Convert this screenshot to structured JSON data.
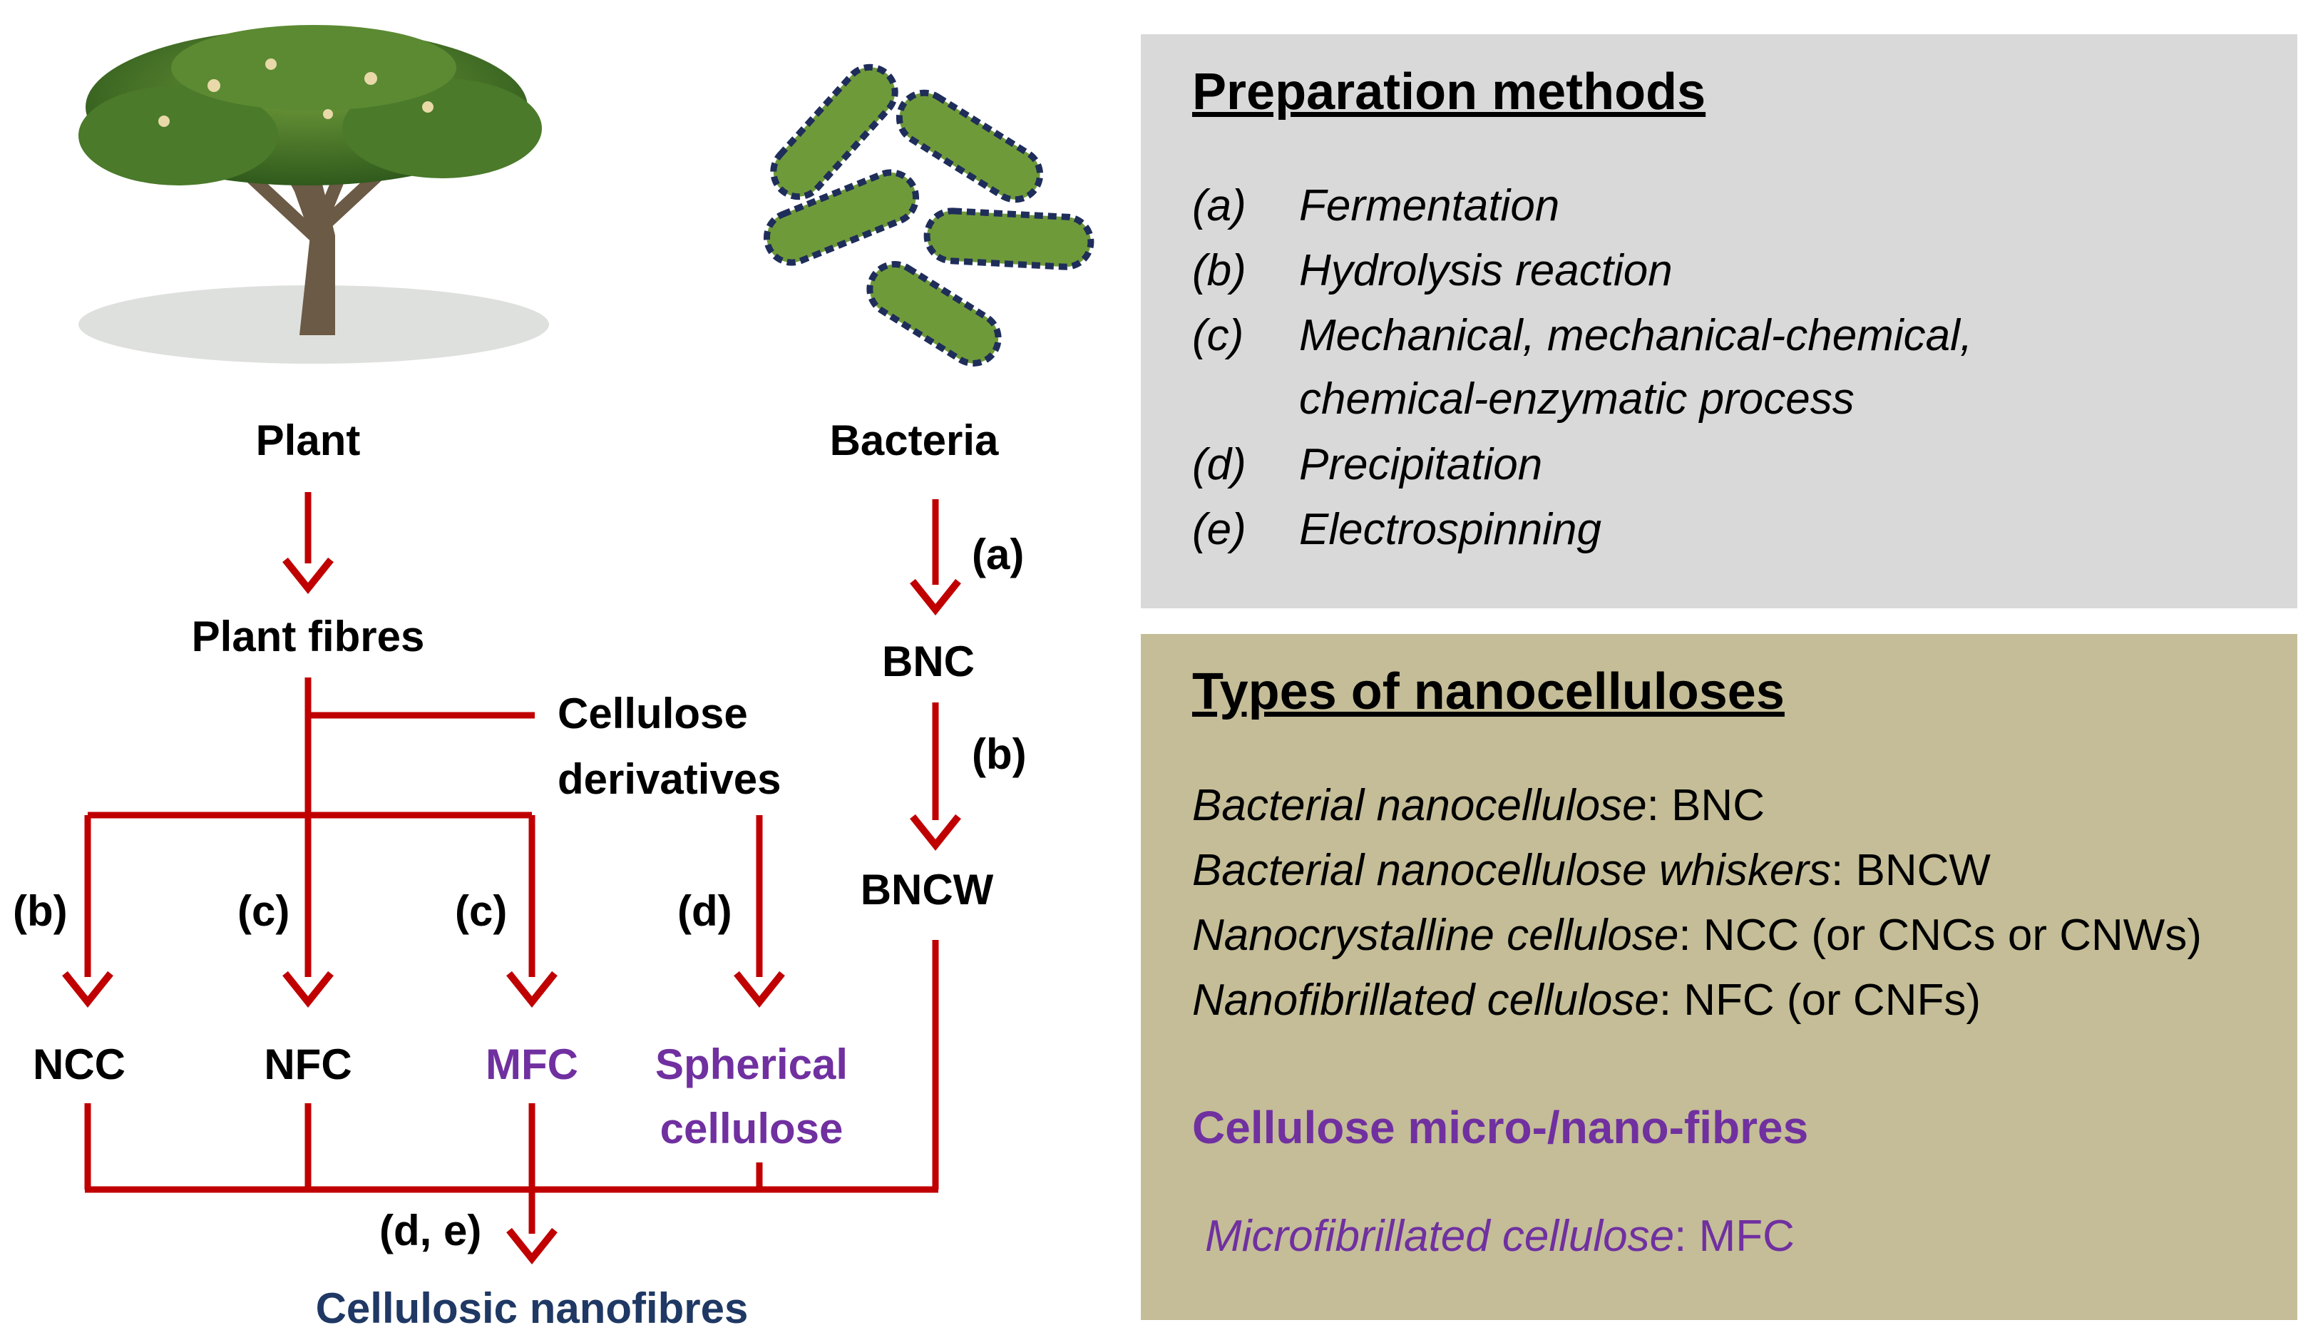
{
  "sources": {
    "plant": "Plant",
    "bacteria": "Bacteria"
  },
  "nodes": {
    "plant_fibres": "Plant fibres",
    "cellulose_derivatives_line1": "Cellulose",
    "cellulose_derivatives_line2": "derivatives",
    "bnc": "BNC",
    "bncw": "BNCW",
    "ncc": "NCC",
    "nfc": "NFC",
    "mfc": "MFC",
    "spherical_line1": "Spherical",
    "spherical_line2": "cellulose",
    "output": "Cellulosic nanofibres"
  },
  "step_labels": {
    "bacteria_to_bnc": "(a)",
    "bnc_to_bncw": "(b)",
    "to_ncc": "(b)",
    "to_nfc": "(c)",
    "to_mfc": "(c)",
    "to_spherical": "(d)",
    "to_output": "(d, e)"
  },
  "preparation_methods": {
    "title": "Preparation methods",
    "items": [
      {
        "code": "(a)",
        "text": "Fermentation"
      },
      {
        "code": "(b)",
        "text": "Hydrolysis reaction"
      },
      {
        "code": "(c)",
        "text": "Mechanical, mechanical-chemical,"
      },
      {
        "code": "",
        "text": "chemical-enzymatic process"
      },
      {
        "code": "(d)",
        "text": "Precipitation"
      },
      {
        "code": "(e)",
        "text": "Electrospinning"
      }
    ]
  },
  "types_of_nanocelluloses": {
    "title": "Types of nanocelluloses",
    "items": [
      {
        "name": "Bacterial nanocellulose",
        "abbr": ": BNC"
      },
      {
        "name": "Bacterial nanocellulose whiskers",
        "abbr": ": BNCW"
      },
      {
        "name": "Nanocrystalline cellulose",
        "abbr": ": NCC (or CNCs or CNWs)"
      },
      {
        "name": "Nanofibrillated cellulose",
        "abbr": ": NFC (or CNFs)"
      }
    ],
    "subheading": "Cellulose micro-/nano-fibres",
    "micro_item": {
      "name": "Microfibrillated cellulose",
      "abbr": ": MFC"
    }
  },
  "colors": {
    "arrow": "#c00000",
    "purple": "#7030a0",
    "navy": "#1f3864",
    "methods_panel": "#d9d9d9",
    "types_panel": "#c4bd97",
    "bacteria_fill": "#6f9a3a",
    "bacteria_border": "#1f2d5a"
  },
  "icons": [
    "tree-image",
    "bacteria-icon"
  ]
}
